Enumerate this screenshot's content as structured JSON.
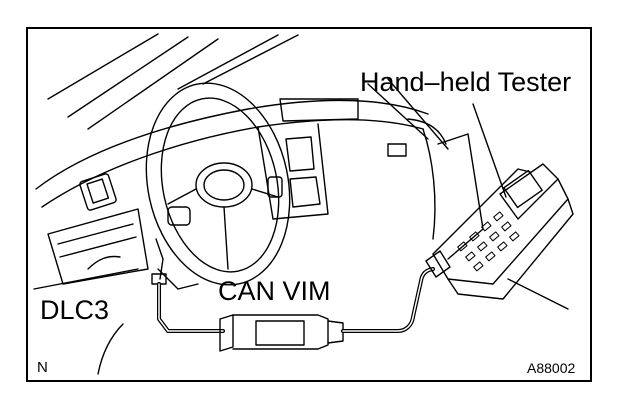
{
  "labels": {
    "hand_held_tester": "Hand–held Tester",
    "can_vim": "CAN VIM",
    "dlc3": "DLC3",
    "orientation_mark": "N",
    "figure_code": "A88002"
  },
  "colors": {
    "line": "#000000",
    "background": "#ffffff"
  }
}
